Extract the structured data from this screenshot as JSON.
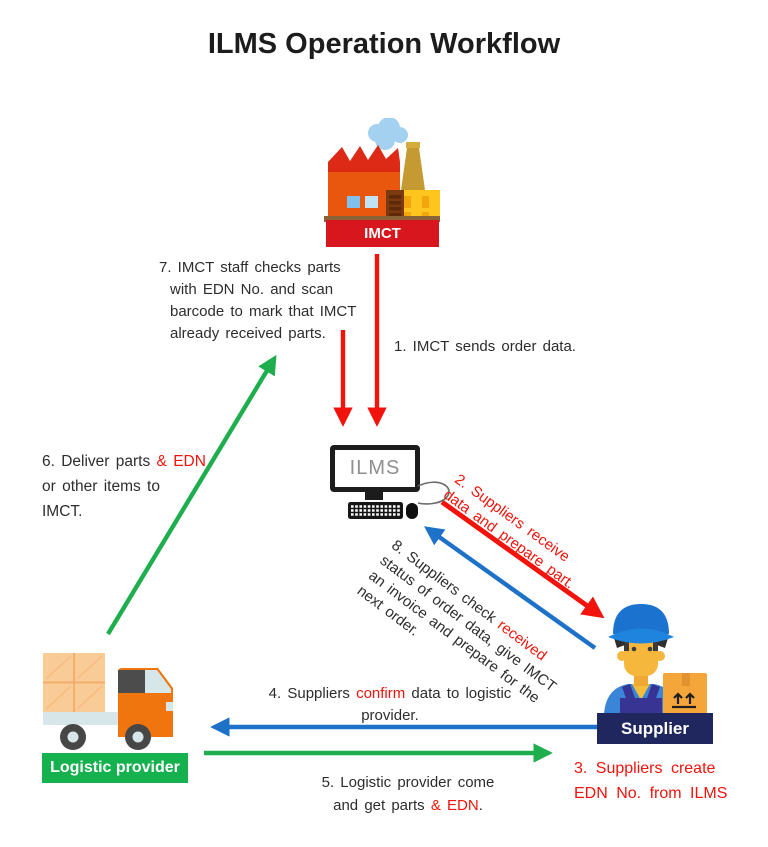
{
  "title": "ILMS Operation Workflow",
  "nodes": {
    "imct": {
      "label": "IMCT"
    },
    "ilms": {
      "label": "ILMS"
    },
    "supplier": {
      "label": "Supplier"
    },
    "logistic": {
      "label": "Logistic provider"
    }
  },
  "steps": {
    "s1": {
      "text": "1. IMCT sends order data."
    },
    "s2": {
      "text": "2. Suppliers receive\ndata and prepare part."
    },
    "s3": {
      "text": "3. Suppliers create\nEDN No. from ILMS"
    },
    "s4": {
      "pre": "4. Suppliers ",
      "highlight": "confirm",
      "post": " data to logistic\nprovider."
    },
    "s5": {
      "pre": "5. Logistic provider come\nand get parts ",
      "highlight": "& EDN",
      "post": "."
    },
    "s6": {
      "pre": "6. Deliver parts ",
      "highlight": "& EDN",
      "post": "\nor other items to\nIMCT."
    },
    "s7": {
      "text": "7. IMCT staff checks parts\nwith EDN No. and scan\nbarcode to mark that IMCT\nalready received parts."
    },
    "s8": {
      "pre": "8. Suppliers check ",
      "highlight": "received",
      "post": "\nstatus of order data, give IMCT\nan invoice and prepare for the\nnext order."
    }
  },
  "colors": {
    "red": "#f2140c",
    "blue": "#1d72c8",
    "green": "#1fae4d",
    "imct_banner": "#d7171d",
    "supplier_banner": "#20265e",
    "logistic_banner": "#16b14f"
  }
}
